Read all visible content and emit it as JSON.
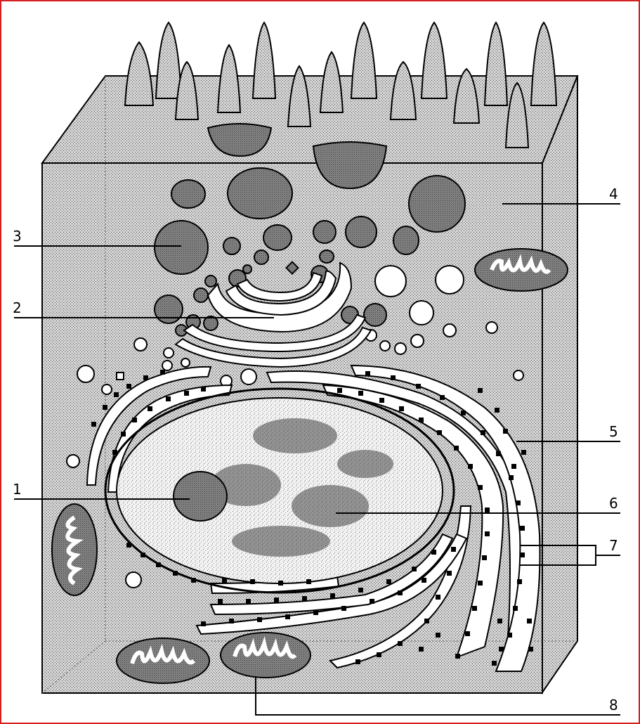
{
  "colors": {
    "frame_border": "#d42020",
    "cytoplasm": "#c8c8c8",
    "granule": "#6e6e6e",
    "vesicle": "#ffffff",
    "ribosome": "#000000",
    "line": "#000000"
  },
  "labels": [
    {
      "id": "1",
      "text": "1"
    },
    {
      "id": "2",
      "text": "2"
    },
    {
      "id": "3",
      "text": "3"
    },
    {
      "id": "4",
      "text": "4"
    },
    {
      "id": "5",
      "text": "5"
    },
    {
      "id": "6",
      "text": "6"
    },
    {
      "id": "7",
      "text": "7"
    },
    {
      "id": "8",
      "text": "8"
    }
  ]
}
